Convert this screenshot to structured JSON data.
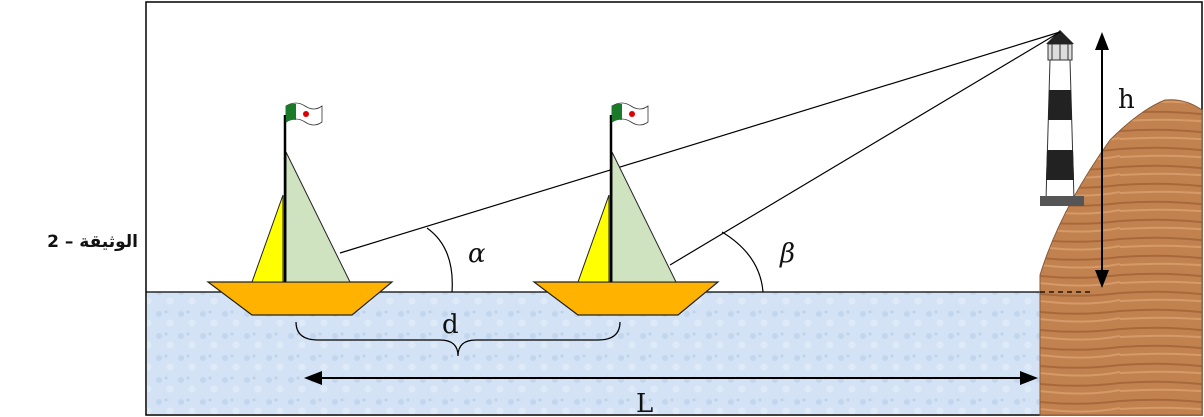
{
  "document_label": "الوثيقة – 2",
  "labels": {
    "alpha": "α",
    "beta": "β",
    "h": "h",
    "d": "d",
    "L": "L"
  },
  "colors": {
    "sea": "#cfe0f3",
    "cliff": "#b8794a",
    "boat_hull": "#ffb300",
    "sail_yellow": "#ffff00",
    "sail_green": "#cfe3c0"
  }
}
